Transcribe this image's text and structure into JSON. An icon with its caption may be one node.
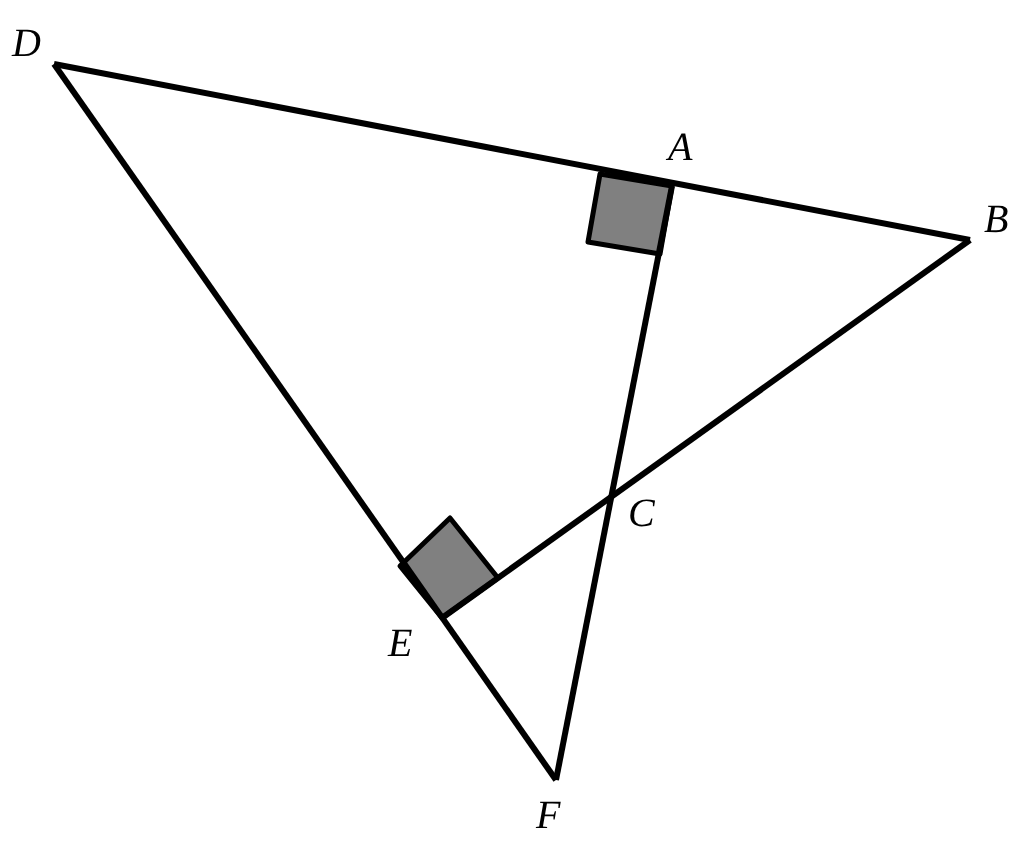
{
  "diagram": {
    "labels": [
      "D",
      "A",
      "B",
      "C",
      "E",
      "F"
    ]
  }
}
